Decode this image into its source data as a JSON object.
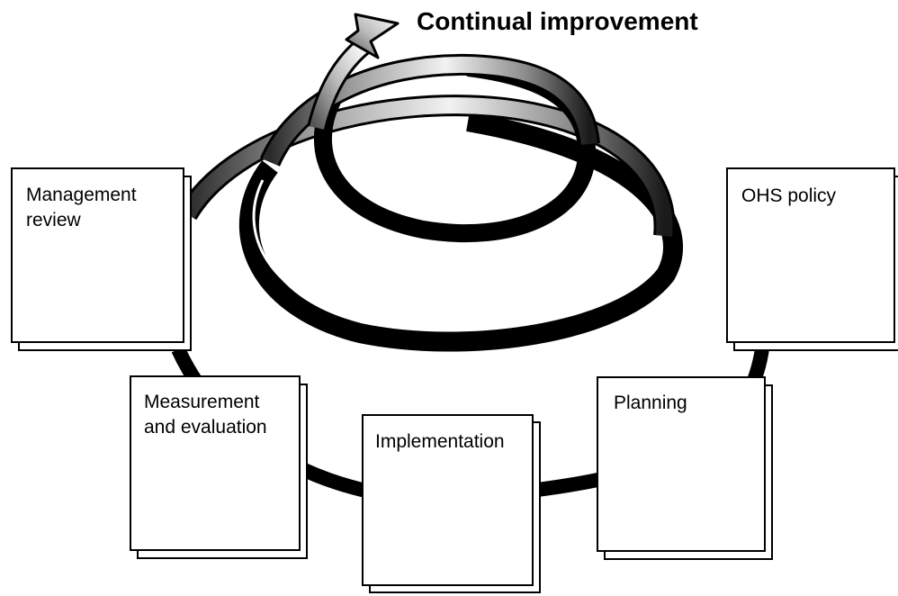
{
  "title": "Continual improvement",
  "steps": [
    {
      "label_lines": [
        "OHS policy"
      ]
    },
    {
      "label_lines": [
        "Planning"
      ]
    },
    {
      "label_lines": [
        "Implementation"
      ]
    },
    {
      "label_lines": [
        "Measurement",
        "and evaluation"
      ]
    },
    {
      "label_lines": [
        "Management",
        "review"
      ]
    }
  ]
}
